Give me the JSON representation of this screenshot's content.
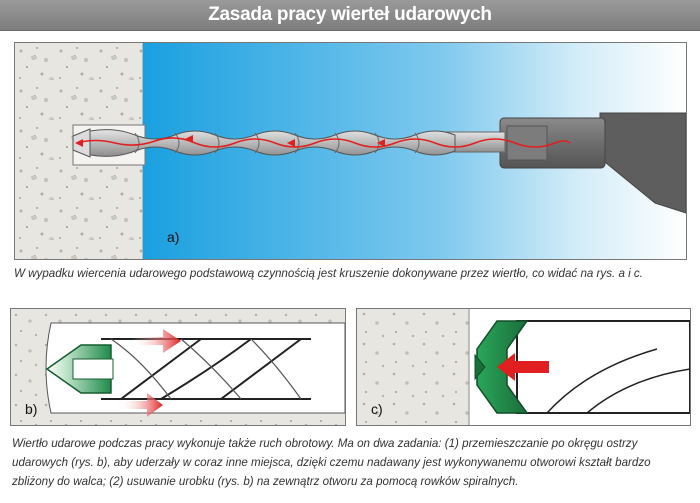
{
  "title": "Zasada pracy wierteł udarowych",
  "panel_a": {
    "label": "a)",
    "caption": "W wypadku wiercenia udarowego podstawową czynnością jest kruszenie dokonywane przez wiertło, co widać na rys. a i c."
  },
  "panel_b": {
    "label": "b)"
  },
  "panel_c": {
    "label": "c)"
  },
  "bottom_caption": "Wiertło udarowe podczas pracy wykonuje także ruch obrotowy. Ma on dwa zadania: (1) przemieszczanie po okręgu ostrzy udarowych (rys. b), aby uderzały w coraz inne miejsca, dzięki czemu nadawany jest wykonywanemu otworowi kształt bardzo zbliżony do walca; (2) usuwanie urobku (rys. b) na zewnątrz otworu za pomocą rowków spiralnych.",
  "colors": {
    "concrete": "#e8e6e1",
    "blue_bg": "#1ea4e0",
    "green_tip": "#1f8a4a",
    "red_arrow": "#e02020",
    "tool_gray": "#6b6b6b"
  }
}
